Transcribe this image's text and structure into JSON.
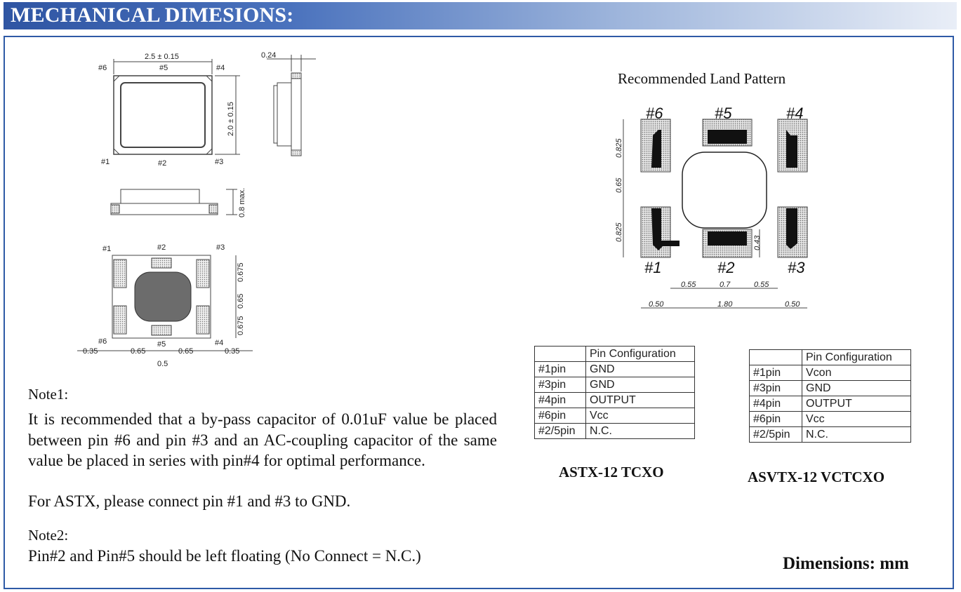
{
  "header": {
    "title": "MECHANICAL DIMESIONS:"
  },
  "drawing_top": {
    "pin6": "#6",
    "pin5": "#5",
    "pin4": "#4",
    "pin1": "#1",
    "pin2": "#2",
    "pin3": "#3",
    "width_dim": "2.5 ± 0.15",
    "height_dim": "2.0 ± 0.15",
    "side_dim": "0.24"
  },
  "drawing_profile": {
    "height_dim": "0.8 max."
  },
  "drawing_bottom": {
    "pin1": "#1",
    "pin2": "#2",
    "pin3": "#3",
    "pin6": "#6",
    "pin5": "#5",
    "pin4": "#4",
    "dim_035_left": "0.35",
    "dim_065_left": "0.65",
    "dim_065_right": "0.65",
    "dim_035_right": "0.35",
    "dim_05": "0.5",
    "dim_0675_top": "0.675",
    "dim_065_mid": "0.65",
    "dim_0675_bot": "0.675"
  },
  "land_pattern": {
    "title": "Recommended Land Pattern",
    "pin6": "#6",
    "pin5": "#5",
    "pin4": "#4",
    "pin1": "#1",
    "pin2": "#2",
    "pin3": "#3",
    "dim_v1": "0.825",
    "dim_v2": "0.65",
    "dim_v3": "0.825",
    "dim_v4": "0.43",
    "dim_h1": "0.55",
    "dim_h2": "0.7",
    "dim_h3": "0.55",
    "dim_b1": "0.50",
    "dim_b2": "1.80",
    "dim_b3": "0.50"
  },
  "notes": {
    "note1_label": "Note1:",
    "note1_text": "It is recommended that a by-pass capacitor of 0.01uF value be placed between pin #6 and pin #3 and an AC-coupling capacitor of the same value be placed in series with pin#4 for optimal performance.",
    "note1_extra": "For ASTX, please connect pin #1 and #3 to GND.",
    "note2_label": "Note2:",
    "note2_text": "Pin#2 and Pin#5 should be left floating (No Connect = N.C.)"
  },
  "table_tcxo": {
    "header": "Pin Configuration",
    "rows": [
      {
        "pin": "#1pin",
        "func": "GND"
      },
      {
        "pin": "#3pin",
        "func": "GND"
      },
      {
        "pin": "#4pin",
        "func": "OUTPUT"
      },
      {
        "pin": "#6pin",
        "func": "Vcc"
      },
      {
        "pin": "#2/5pin",
        "func": "N.C."
      }
    ],
    "caption": "ASTX-12 TCXO"
  },
  "table_vctcxo": {
    "header": "Pin Configuration",
    "rows": [
      {
        "pin": "#1pin",
        "func": "Vcon"
      },
      {
        "pin": "#3pin",
        "func": "GND"
      },
      {
        "pin": "#4pin",
        "func": "OUTPUT"
      },
      {
        "pin": "#6pin",
        "func": "Vcc"
      },
      {
        "pin": "#2/5pin",
        "func": "N.C."
      }
    ],
    "caption": "ASVTX-12 VCTCXO"
  },
  "footer": {
    "dimensions_note": "Dimensions: mm"
  }
}
